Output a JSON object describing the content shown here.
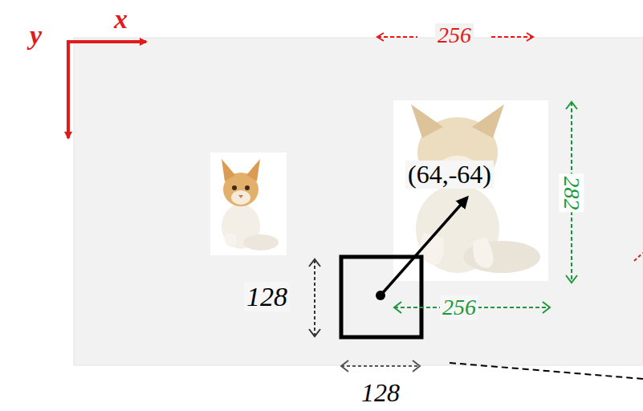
{
  "diagram": {
    "labels": [
      "x",
      "y",
      "256",
      "(64,-64)",
      "282",
      "128",
      "256",
      "128"
    ]
  }
}
